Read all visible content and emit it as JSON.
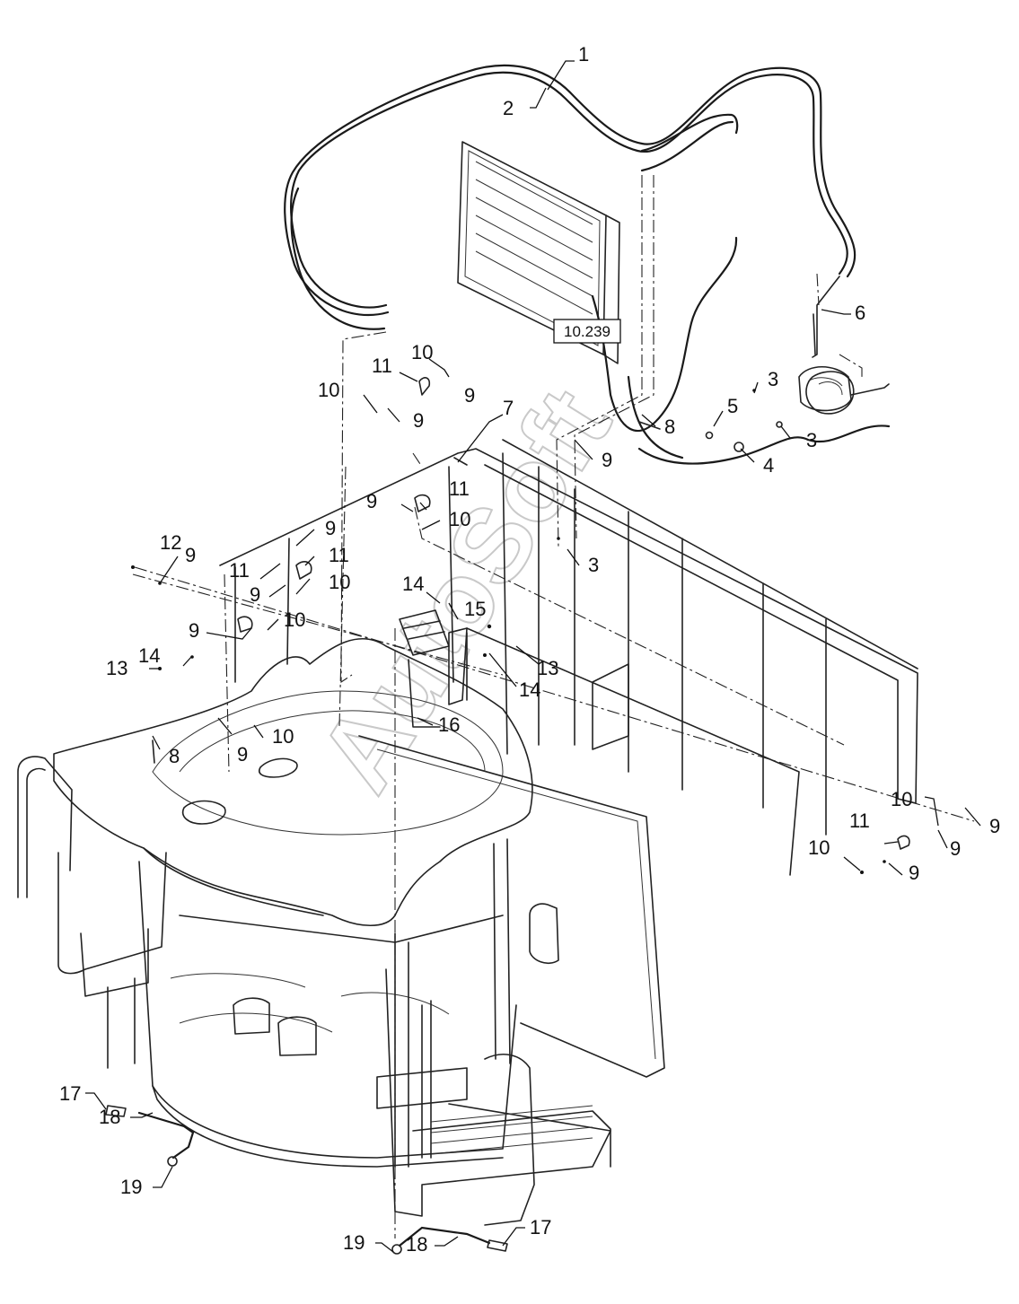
{
  "diagram": {
    "reference_box": "10.239",
    "watermark": "AutoSoft",
    "callouts": [
      {
        "id": "c1",
        "text": "1"
      },
      {
        "id": "c2",
        "text": "2"
      },
      {
        "id": "c6",
        "text": "6"
      },
      {
        "id": "c10a",
        "text": "10"
      },
      {
        "id": "c11a",
        "text": "11"
      },
      {
        "id": "c9a",
        "text": "9"
      },
      {
        "id": "c10b",
        "text": "10"
      },
      {
        "id": "c9b",
        "text": "9"
      },
      {
        "id": "c3a",
        "text": "3"
      },
      {
        "id": "c5",
        "text": "5"
      },
      {
        "id": "c3b",
        "text": "3"
      },
      {
        "id": "c4",
        "text": "4"
      },
      {
        "id": "c7",
        "text": "7"
      },
      {
        "id": "c8a",
        "text": "8"
      },
      {
        "id": "c9c",
        "text": "9"
      },
      {
        "id": "c9d",
        "text": "9"
      },
      {
        "id": "c11b",
        "text": "11"
      },
      {
        "id": "c10c",
        "text": "10"
      },
      {
        "id": "c3c",
        "text": "3"
      },
      {
        "id": "c12",
        "text": "12"
      },
      {
        "id": "c9e",
        "text": "9"
      },
      {
        "id": "c9f",
        "text": "9"
      },
      {
        "id": "c11c",
        "text": "11"
      },
      {
        "id": "c11d",
        "text": "11"
      },
      {
        "id": "c10d",
        "text": "10"
      },
      {
        "id": "c9g",
        "text": "9"
      },
      {
        "id": "c14a",
        "text": "14"
      },
      {
        "id": "c15",
        "text": "15"
      },
      {
        "id": "c9h",
        "text": "9"
      },
      {
        "id": "c10e",
        "text": "10"
      },
      {
        "id": "c13a",
        "text": "13"
      },
      {
        "id": "c14b",
        "text": "14"
      },
      {
        "id": "c13b",
        "text": "13"
      },
      {
        "id": "c14c",
        "text": "14"
      },
      {
        "id": "c10f",
        "text": "10"
      },
      {
        "id": "c9i",
        "text": "9"
      },
      {
        "id": "c16",
        "text": "16"
      },
      {
        "id": "c8b",
        "text": "8"
      },
      {
        "id": "c10g",
        "text": "10"
      },
      {
        "id": "c11e",
        "text": "11"
      },
      {
        "id": "c9j",
        "text": "9"
      },
      {
        "id": "c9k",
        "text": "9"
      },
      {
        "id": "c10h",
        "text": "10"
      },
      {
        "id": "c9l",
        "text": "9"
      },
      {
        "id": "c17a",
        "text": "17"
      },
      {
        "id": "c18a",
        "text": "18"
      },
      {
        "id": "c19a",
        "text": "19"
      },
      {
        "id": "c19b",
        "text": "19"
      },
      {
        "id": "c18b",
        "text": "18"
      },
      {
        "id": "c17b",
        "text": "17"
      }
    ]
  }
}
